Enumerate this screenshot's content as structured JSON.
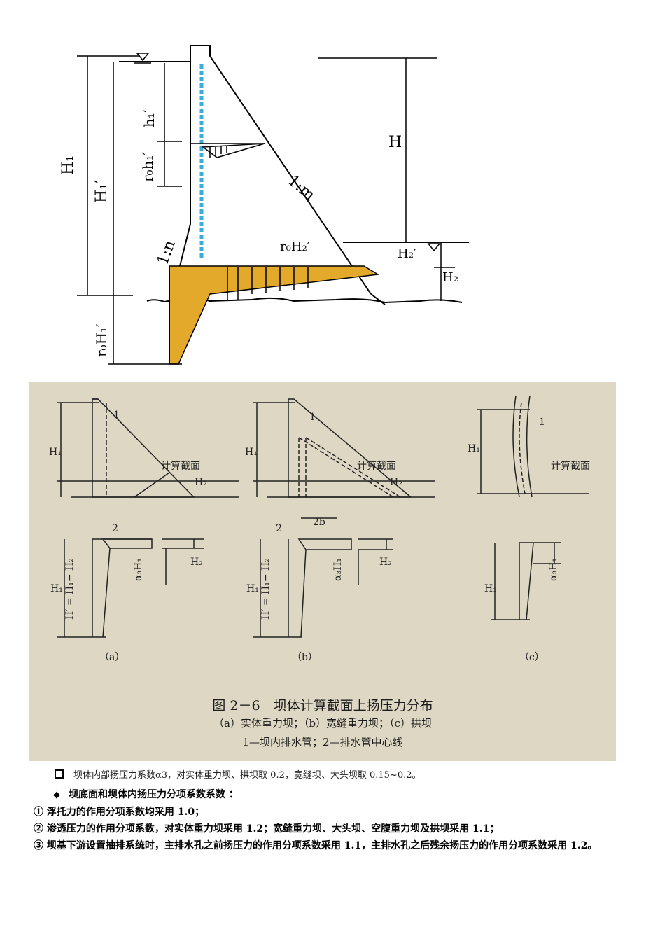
{
  "figure_top": {
    "labels": {
      "H1": "H₁",
      "H1_prime": "H₁′",
      "h1_prime": "h₁′",
      "r0h1_prime": "r₀h₁′",
      "r0H1_prime": "r₀H₁′",
      "slope_m": "1:m",
      "slope_n": "1:n",
      "H": "H",
      "r0H2_prime": "r₀H₂′",
      "H2_prime": "H₂′",
      "H2": "H₂"
    },
    "colors": {
      "fill": "#e3a92a",
      "drain": "#3aaed8"
    }
  },
  "figure_bottom": {
    "caption": "图 2－6　坝体计算截面上扬压力分布",
    "subcaption": "（a）实体重力坝；（b）宽缝重力坝；（c）拱坝",
    "legend": "1—坝内排水管；2—排水管中心线",
    "labels": {
      "one": "1",
      "two": "2",
      "twob": "2b",
      "section": "计算截面",
      "H1": "H₁",
      "H2": "H₂",
      "Hdiff": "H′ = H₁− H₂",
      "a3H1": "α₃H₁",
      "panel_a": "（a）",
      "panel_b": "（b）",
      "panel_c": "（c）"
    }
  },
  "notes": {
    "n1": "坝体内部扬压力系数α3，对实体重力坝、拱坝取 0.2，宽缝坝、大头坝取 0.15~0.2。",
    "n2": "坝底面和坝体内扬压力分项系数系数 ：",
    "n3": "① 浮托力的作用分项系数均采用 1.0；",
    "n4": "② 渗透压力的作用分项系数，对实体重力坝采用 1.2；宽缝重力坝、大头坝、空腹重力坝及拱坝采用 1.1；",
    "n5": "③ 坝基下游设置抽排系统时，主排水孔之前扬压力的作用分项系数采用 1.1，主排水孔之后残余扬压力的作用分项系数采用 1.2。"
  }
}
